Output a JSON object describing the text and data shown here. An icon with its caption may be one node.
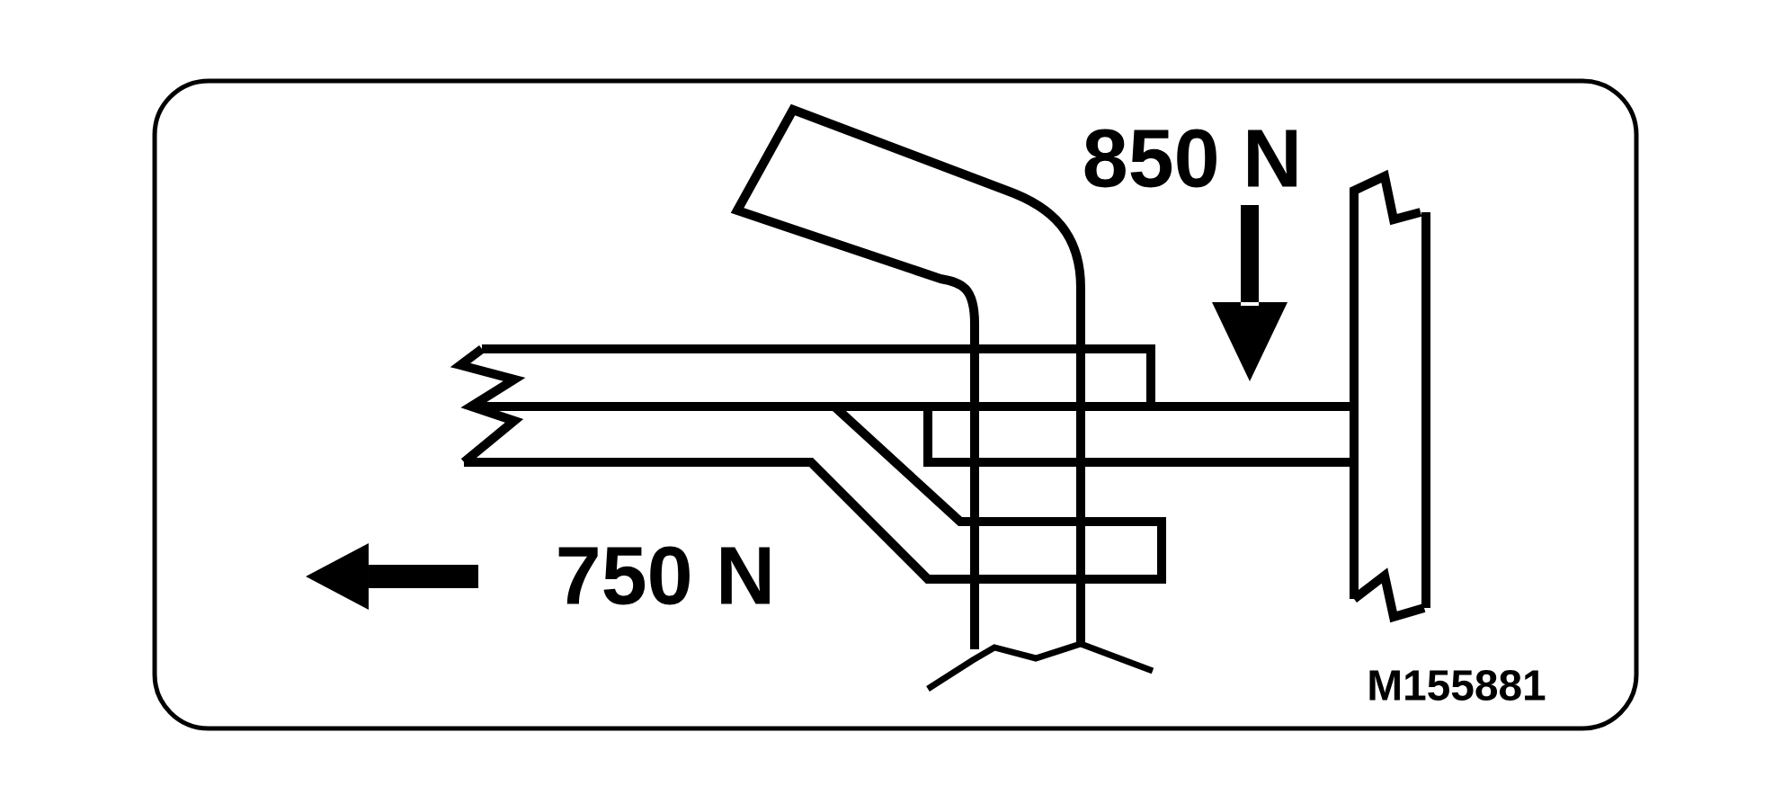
{
  "diagram": {
    "labels": [
      "850 N",
      "750 N",
      "M155881"
    ]
  }
}
